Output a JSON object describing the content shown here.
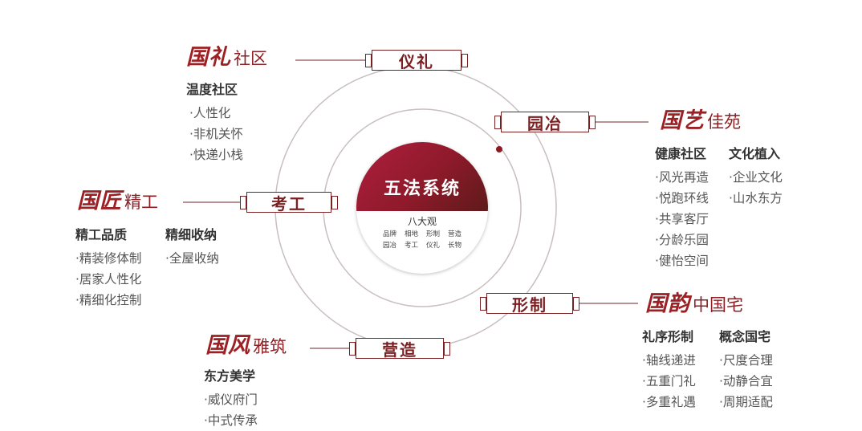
{
  "colors": {
    "accent": "#7a1f22",
    "disc": "#a01e35",
    "ring": "#c9bfbf"
  },
  "center": {
    "title": "五法系统",
    "subtitle": "八大观",
    "items": [
      "品牌",
      "相地",
      "形制",
      "营造",
      "园冶",
      "考工",
      "仪礼",
      "长物"
    ]
  },
  "tags": {
    "yili": "仪礼",
    "yuanye": "园冶",
    "kaogong": "考工",
    "xingzhi": "形制",
    "yingzao": "营造"
  },
  "groups": {
    "guoli": {
      "cal": "国礼",
      "norm": "社区",
      "col1": {
        "title": "温度社区",
        "items": [
          "·人性化",
          "·非机关怀",
          "·快递小栈"
        ]
      }
    },
    "guoyi": {
      "cal": "国艺",
      "norm": "佳苑",
      "col1": {
        "title": "健康社区",
        "items": [
          "·风光再造",
          "·悦跑环线",
          "·共享客厅",
          "·分龄乐园",
          "·健怡空间"
        ]
      },
      "col2": {
        "title": "文化植入",
        "items": [
          "·企业文化",
          "·山水东方"
        ]
      }
    },
    "guojiang": {
      "cal": "国匠",
      "norm": "精工",
      "col1": {
        "title": "精工品质",
        "items": [
          "·精装修体制",
          "·居家人性化",
          "·精细化控制"
        ]
      },
      "col2": {
        "title": "精细收纳",
        "items": [
          "·全屋收纳"
        ]
      }
    },
    "guoyun": {
      "cal": "国韵",
      "norm": "中国宅",
      "col1": {
        "title": "礼序形制",
        "items": [
          "·轴线递进",
          "·五重门礼",
          "·多重礼遇"
        ]
      },
      "col2": {
        "title": "概念国宅",
        "items": [
          "·尺度合理",
          "·动静合宜",
          "·周期适配"
        ]
      }
    },
    "guofeng": {
      "cal": "国风",
      "norm": "雅筑",
      "col1": {
        "title": "东方美学",
        "items": [
          "·威仪府门",
          "·中式传承"
        ]
      }
    }
  }
}
